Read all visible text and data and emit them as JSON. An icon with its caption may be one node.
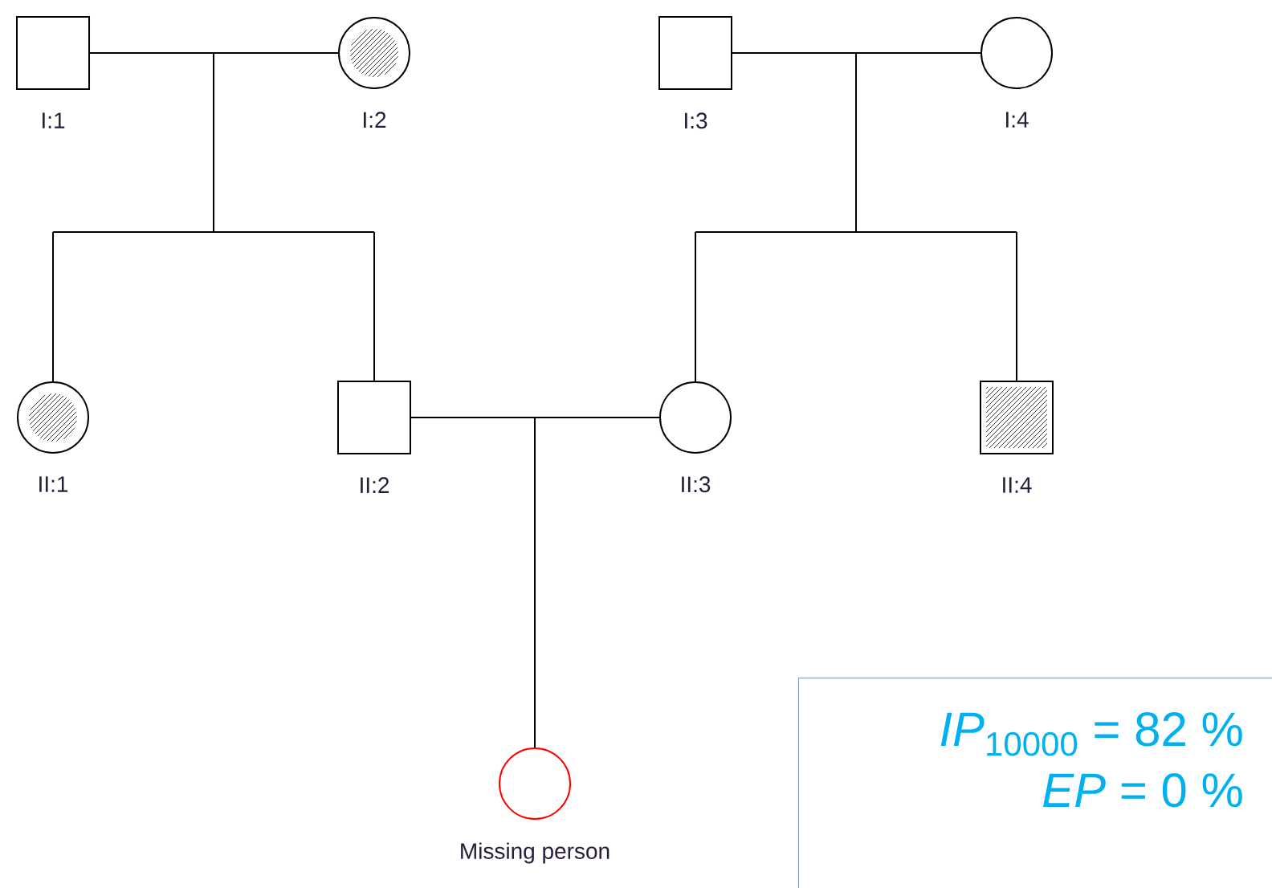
{
  "diagram": {
    "nodes": [
      {
        "text": [],
        "shape": "box",
        "beside": [
          "I:1"
        ]
      },
      {
        "text": [],
        "shape": "circle",
        "beside": [
          "I:2"
        ]
      },
      {
        "text": [],
        "shape": "box",
        "beside": [
          "I:3"
        ]
      },
      {
        "text": [],
        "shape": "circle",
        "beside": [
          "I:4"
        ]
      },
      {
        "text": [],
        "shape": "circle",
        "beside": [
          "II:1"
        ]
      },
      {
        "text": [],
        "shape": "box",
        "beside": [
          "II:2"
        ]
      },
      {
        "text": [],
        "shape": "circle",
        "beside": [
          "II:3"
        ]
      },
      {
        "text": [],
        "shape": "box",
        "beside": [
          "II:4"
        ]
      },
      {
        "text": [],
        "shape": "circle",
        "beside": [
          "Missing person"
        ]
      },
      {
        "text": [
          "*IP*$_{10000}$ = 82 %",
          "*EP* = 0 %"
        ]
      }
    ],
    "edges": [
      {
        "from": 0,
        "to": 1,
        "arrow": "none"
      },
      {
        "from": 0,
        "to": 4,
        "arrow": "none"
      },
      {
        "from": 1,
        "to": 4,
        "arrow": "none"
      },
      {
        "from": 0,
        "to": 5,
        "arrow": "none"
      },
      {
        "from": 1,
        "to": 5,
        "arrow": "none"
      },
      {
        "from": 2,
        "to": 3,
        "arrow": "none"
      },
      {
        "from": 2,
        "to": 6,
        "arrow": "none"
      },
      {
        "from": 3,
        "to": 6,
        "arrow": "none"
      },
      {
        "from": 2,
        "to": 7,
        "arrow": "none"
      },
      {
        "from": 3,
        "to": 7,
        "arrow": "none"
      },
      {
        "from": 5,
        "to": 6,
        "arrow": "none"
      },
      {
        "from": 5,
        "to": 8,
        "arrow": "none"
      },
      {
        "from": 6,
        "to": 8,
        "arrow": "none"
      }
    ]
  }
}
